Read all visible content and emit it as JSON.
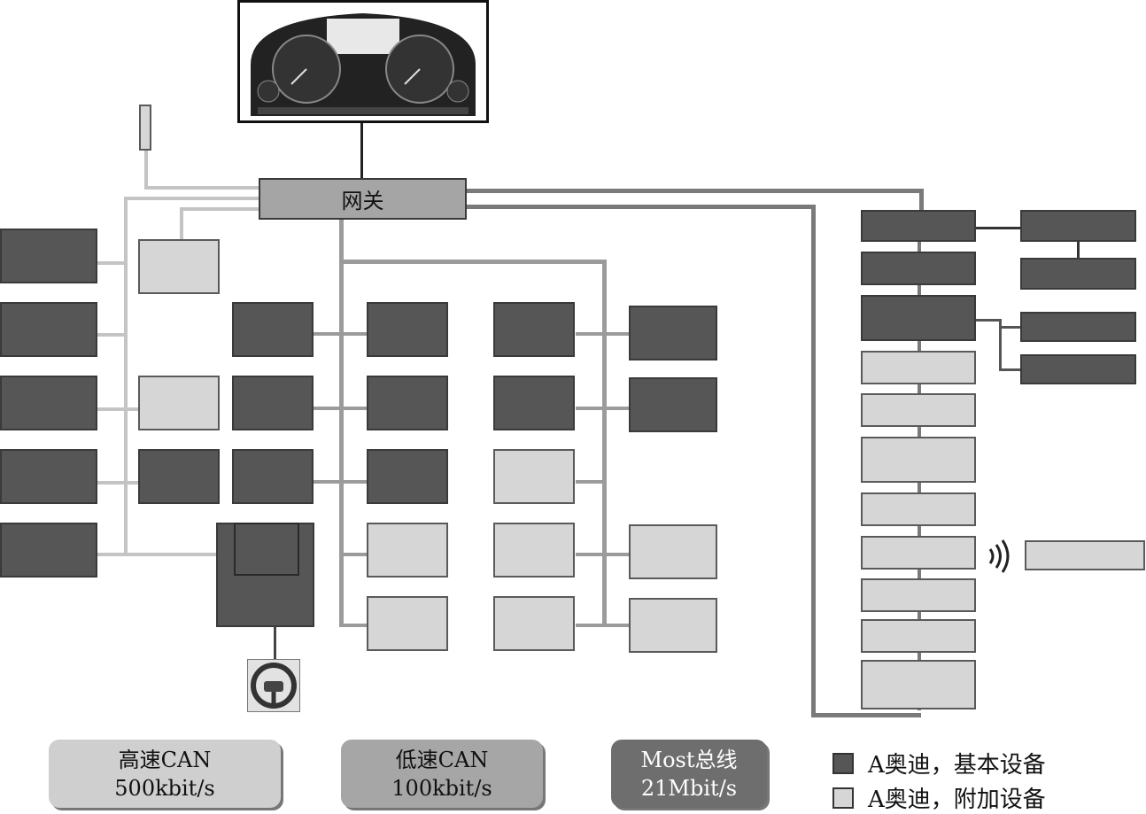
{
  "gateway": {
    "label": "网关"
  },
  "legend": {
    "high_speed_can": {
      "name": "高速CAN",
      "rate": "500kbit/s",
      "color": "#c4c4c4"
    },
    "low_speed_can": {
      "name": "低速CAN",
      "rate": "100kbit/s",
      "color": "#9b9b9b"
    },
    "most_bus": {
      "name": "Most总线",
      "rate": "21Mbit/s",
      "color": "#7a7a7a"
    },
    "standard_equipment": {
      "label": "A奥迪，基本设备",
      "color": "#565656"
    },
    "optional_equipment": {
      "label": "A奥迪，附加设备",
      "color": "#d6d6d6"
    }
  },
  "icons": [
    "instrument-cluster-icon",
    "steering-wheel-icon",
    "wireless-signal-icon"
  ]
}
